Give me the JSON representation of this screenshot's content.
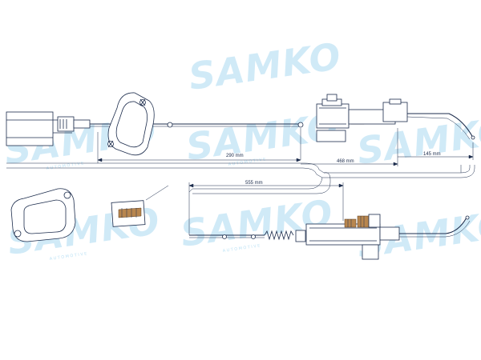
{
  "watermark": {
    "brand": "SAMKO",
    "tagline": "AUTOMOTIVE"
  },
  "dimensions": {
    "upper_left": "290 mm",
    "upper_middle": "468 mm",
    "upper_right": "145 mm",
    "lower": "555 mm"
  },
  "colors": {
    "outline": "#1c2c4c",
    "watermark": "#aadaf2",
    "fitting": "#b8864e"
  }
}
